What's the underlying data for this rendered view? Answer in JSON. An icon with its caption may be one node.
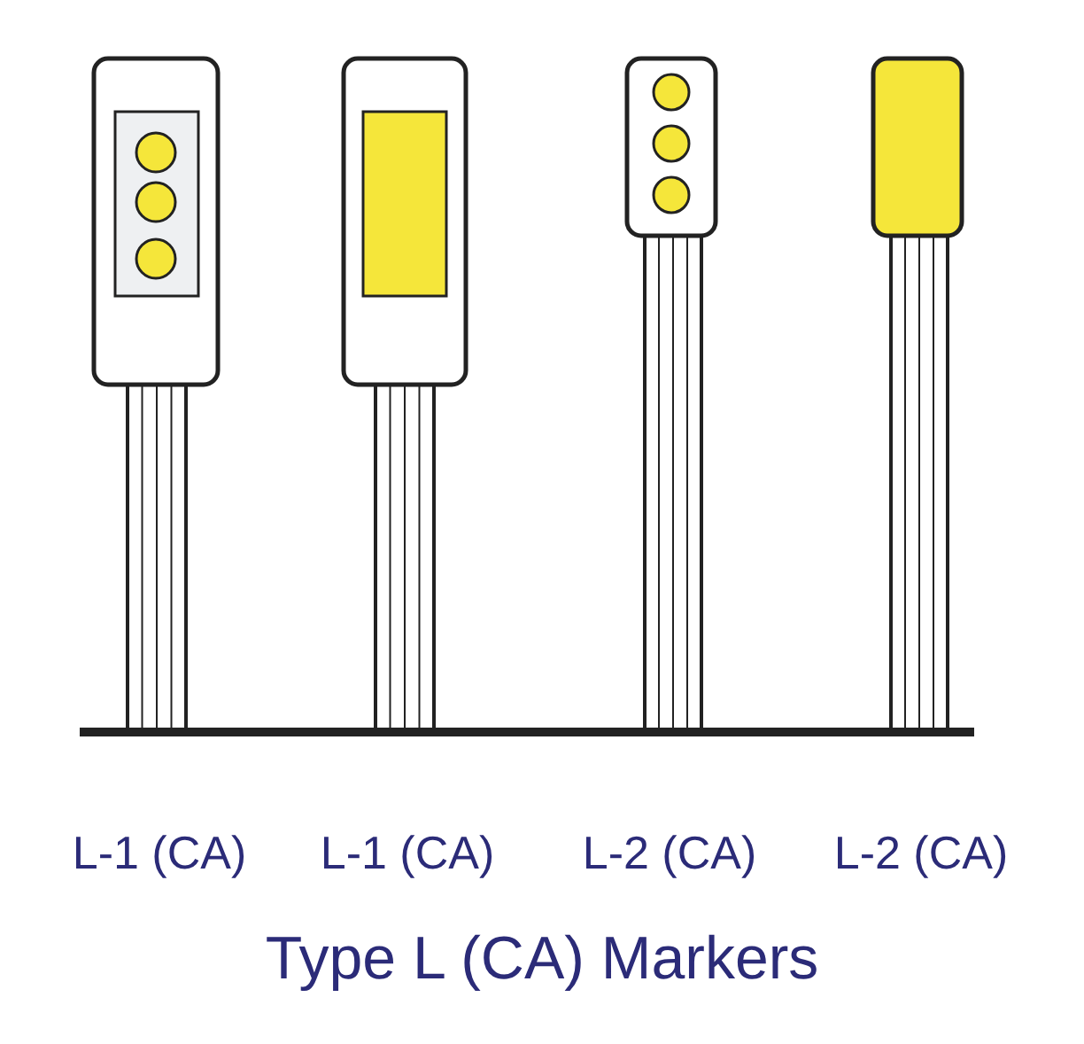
{
  "diagram": {
    "title": "Type L (CA) Markers",
    "labels": [
      "L-1 (CA)",
      "L-1 (CA)",
      "L-2 (CA)",
      "L-2 (CA)"
    ]
  }
}
